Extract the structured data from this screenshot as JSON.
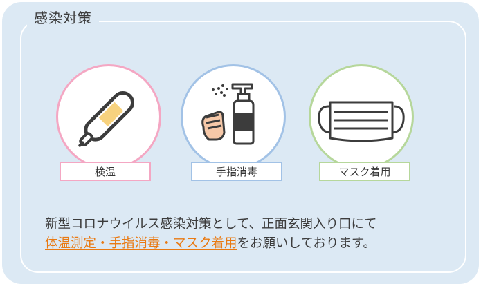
{
  "title": "感染対策",
  "items": [
    {
      "label": "検温",
      "icon": "thermometer-icon",
      "color": "#f4a7c3"
    },
    {
      "label": "手指消毒",
      "icon": "hand-sanitizer-icon",
      "color": "#a2c2e6"
    },
    {
      "label": "マスク着用",
      "icon": "face-mask-icon",
      "color": "#b6d79b"
    }
  ],
  "message": {
    "line1": "新型コロナウイルス感染対策として、正面玄関入り口にて",
    "highlight": "体温測定・手指消毒・マスク着用",
    "line2_suffix": "をお願いしております。"
  },
  "colors": {
    "background": "#dce9f4",
    "highlight": "#e97a13",
    "text": "#3c3c3c"
  }
}
